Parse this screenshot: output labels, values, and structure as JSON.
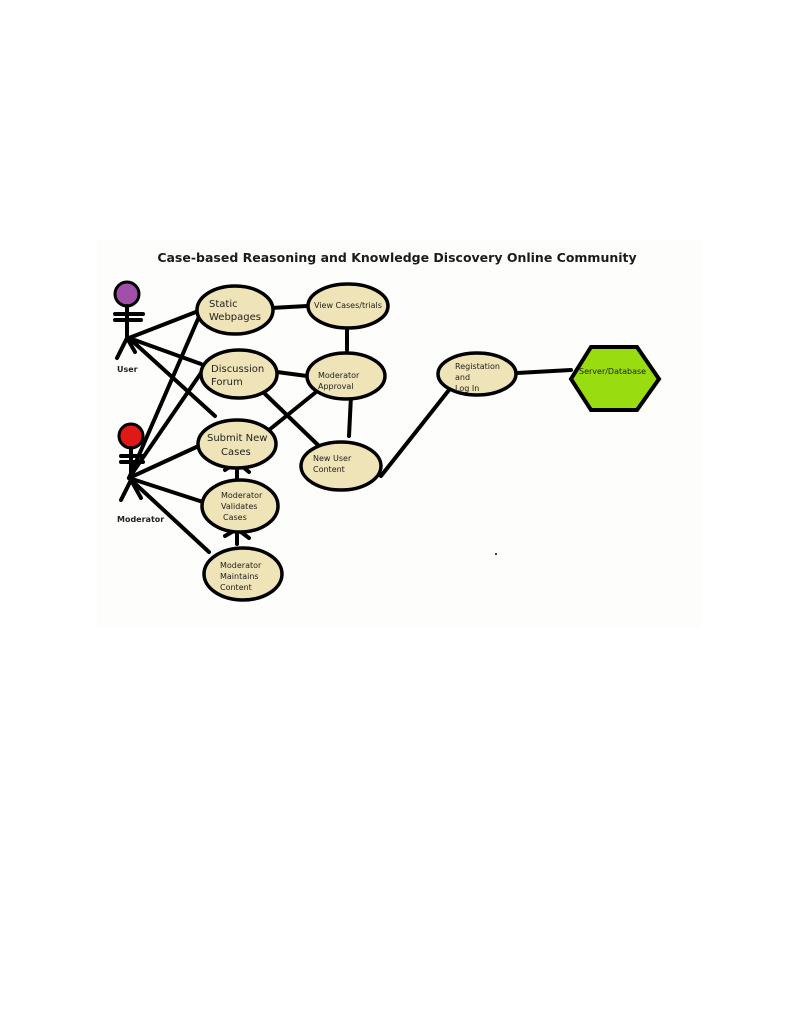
{
  "diagram": {
    "title": "Case-based Reasoning and Knowledge Discovery Online Community",
    "actors": [
      {
        "id": "user",
        "label": "User",
        "color": "#a050a8"
      },
      {
        "id": "moderator",
        "label": "Moderator",
        "color": "#e01818"
      }
    ],
    "use_cases": [
      {
        "id": "static",
        "lines": [
          "Static",
          "Webpages"
        ]
      },
      {
        "id": "view",
        "lines": [
          "View Cases/trials"
        ]
      },
      {
        "id": "discussion",
        "lines": [
          "Discussion",
          "Forum"
        ]
      },
      {
        "id": "approval",
        "lines": [
          "Moderator",
          "Approval"
        ]
      },
      {
        "id": "registration",
        "lines": [
          "Registation",
          "and",
          "Log In"
        ]
      },
      {
        "id": "submit",
        "lines": [
          "Submit New",
          "Cases"
        ]
      },
      {
        "id": "newcontent",
        "lines": [
          "New User",
          "Content"
        ]
      },
      {
        "id": "validates",
        "lines": [
          "Moderator",
          "Validates",
          "Cases"
        ]
      },
      {
        "id": "maintains",
        "lines": [
          "Moderator",
          "Maintains",
          "Content"
        ]
      }
    ],
    "system": {
      "id": "server",
      "label": "Server/Database",
      "color": "#99dd11"
    },
    "use_case_fill": "#efe3b8"
  }
}
